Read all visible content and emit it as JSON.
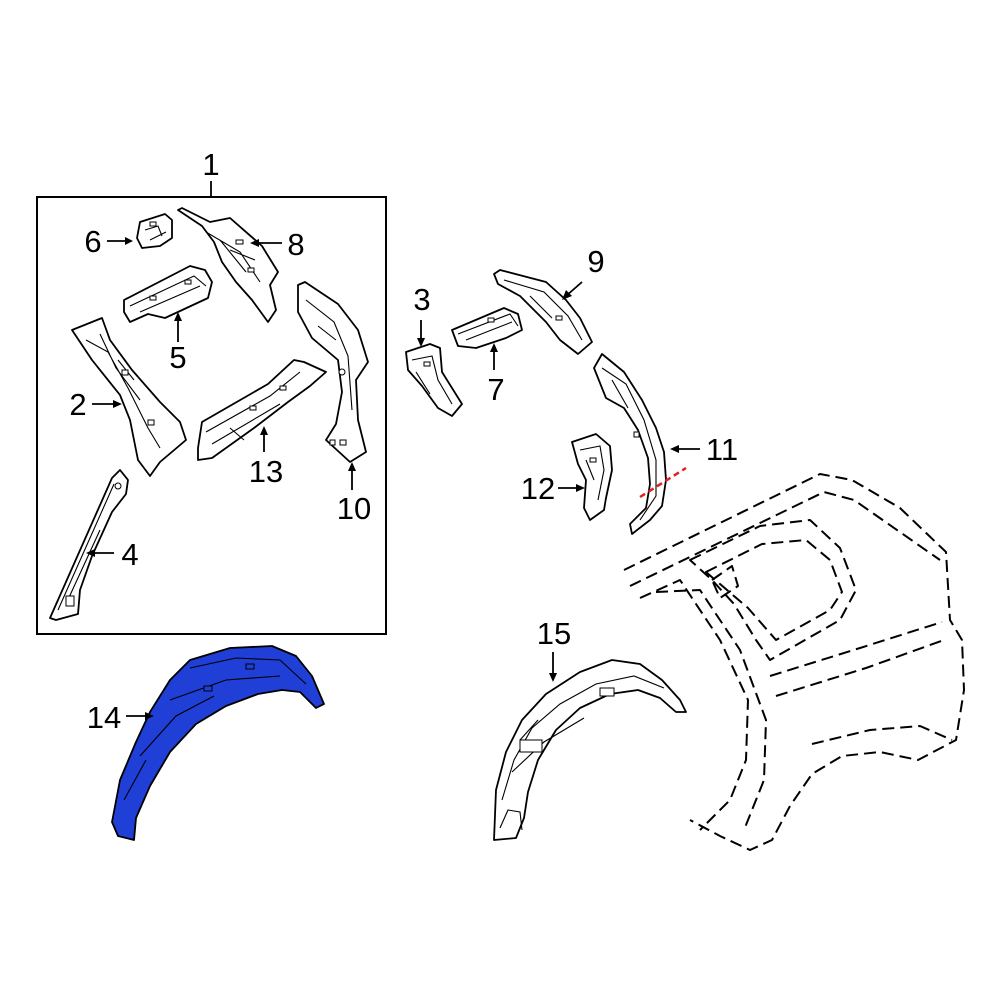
{
  "diagram": {
    "callouts": [
      {
        "id": "1",
        "label": "1"
      },
      {
        "id": "2",
        "label": "2"
      },
      {
        "id": "3",
        "label": "3"
      },
      {
        "id": "4",
        "label": "4"
      },
      {
        "id": "5",
        "label": "5"
      },
      {
        "id": "6",
        "label": "6"
      },
      {
        "id": "7",
        "label": "7"
      },
      {
        "id": "8",
        "label": "8"
      },
      {
        "id": "9",
        "label": "9"
      },
      {
        "id": "10",
        "label": "10"
      },
      {
        "id": "11",
        "label": "11"
      },
      {
        "id": "12",
        "label": "12"
      },
      {
        "id": "13",
        "label": "13"
      },
      {
        "id": "14",
        "label": "14"
      },
      {
        "id": "15",
        "label": "15"
      }
    ],
    "colors": {
      "highlight_part": "#1f3fd6",
      "cut_line": "#e02020",
      "line": "#000000",
      "background": "#ffffff"
    }
  }
}
